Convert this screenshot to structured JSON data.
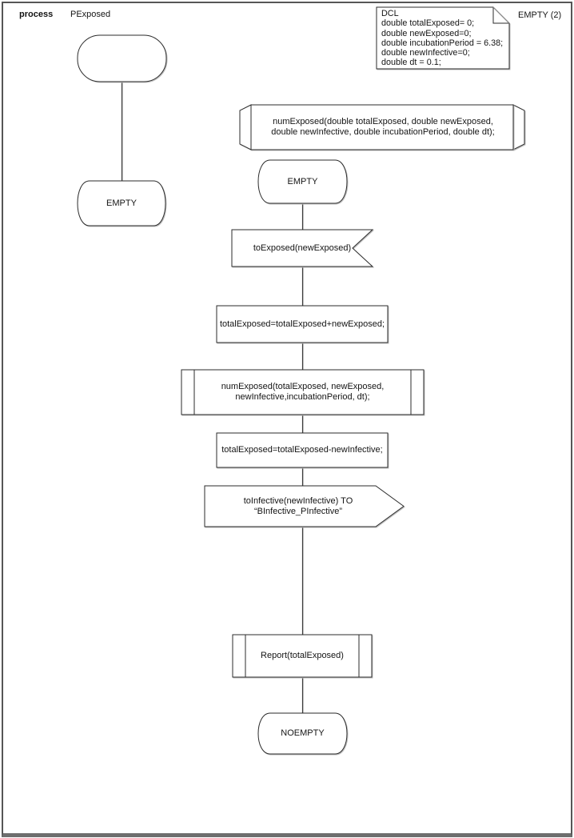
{
  "page": {
    "kind_label": "process",
    "name_label": "PExposed",
    "corner_label": "EMPTY (2)"
  },
  "declarations": {
    "text": "DCL\ndouble totalExposed= 0;\ndouble newExposed=0;\ndouble incubationPeriod = 6.38;\ndouble newInfective=0;\ndouble dt = 0.1;"
  },
  "nodes": {
    "start": {
      "type": "start-symbol",
      "label": ""
    },
    "state_empty_left": {
      "type": "state",
      "label": "EMPTY"
    },
    "procedure_declaration": {
      "type": "procedure-declaration",
      "label": "numExposed(double totalExposed, double newExposed,\ndouble newInfective, double incubationPeriod, double dt);"
    },
    "state_empty": {
      "type": "state",
      "label": "EMPTY"
    },
    "input_toexposed": {
      "type": "input-signal",
      "label": "toExposed(newExposed)"
    },
    "task_add": {
      "type": "task",
      "label": "totalExposed=totalExposed+newExposed;"
    },
    "call_numexposed": {
      "type": "procedure-call",
      "label": "numExposed(totalExposed, newExposed,\nnewInfective,incubationPeriod, dt);"
    },
    "task_subtract": {
      "type": "task",
      "label": "totalExposed=totalExposed-newInfective;"
    },
    "output_toinfective": {
      "type": "output-signal",
      "label": "toInfective(newInfective) TO “BInfective_PInfective”"
    },
    "call_report": {
      "type": "procedure-call",
      "label": "Report(totalExposed)"
    },
    "state_noempty": {
      "type": "state",
      "label": "NOEMPTY"
    }
  },
  "colors": {
    "shape_stroke": "#2b2b2b",
    "frame_border": "#565656",
    "frame_bottom": "#6e6e6e",
    "shadow": "#bfbfbf"
  }
}
